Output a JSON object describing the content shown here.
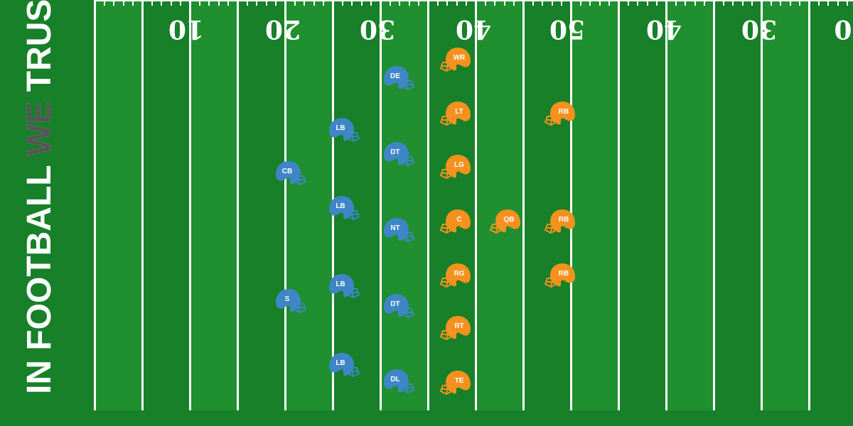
{
  "endzone": {
    "text_before": "IN FOOTBALL ",
    "text_highlight": "WE",
    "text_after": " TRUST"
  },
  "colors": {
    "field_dark": "#178029",
    "field_light": "#1f8f2f",
    "lines": "#ffffff",
    "defense": "#3f86c6",
    "offense": "#f5911e"
  },
  "yard_numbers": [
    "10",
    "20",
    "30",
    "40",
    "50",
    "40",
    "30",
    "0"
  ],
  "defense": {
    "team_color": "#3f86c6",
    "players": [
      {
        "pos": "DE"
      },
      {
        "pos": "LB"
      },
      {
        "pos": "DT"
      },
      {
        "pos": "CB"
      },
      {
        "pos": "LB"
      },
      {
        "pos": "NT"
      },
      {
        "pos": "LB"
      },
      {
        "pos": "S"
      },
      {
        "pos": "DT"
      },
      {
        "pos": "LB"
      },
      {
        "pos": "DL"
      }
    ]
  },
  "offense": {
    "team_color": "#f5911e",
    "players": [
      {
        "pos": "WR"
      },
      {
        "pos": "LT"
      },
      {
        "pos": "RB"
      },
      {
        "pos": "LG"
      },
      {
        "pos": "C"
      },
      {
        "pos": "QB"
      },
      {
        "pos": "RB"
      },
      {
        "pos": "RG"
      },
      {
        "pos": "RB"
      },
      {
        "pos": "RT"
      },
      {
        "pos": "TE"
      }
    ]
  }
}
